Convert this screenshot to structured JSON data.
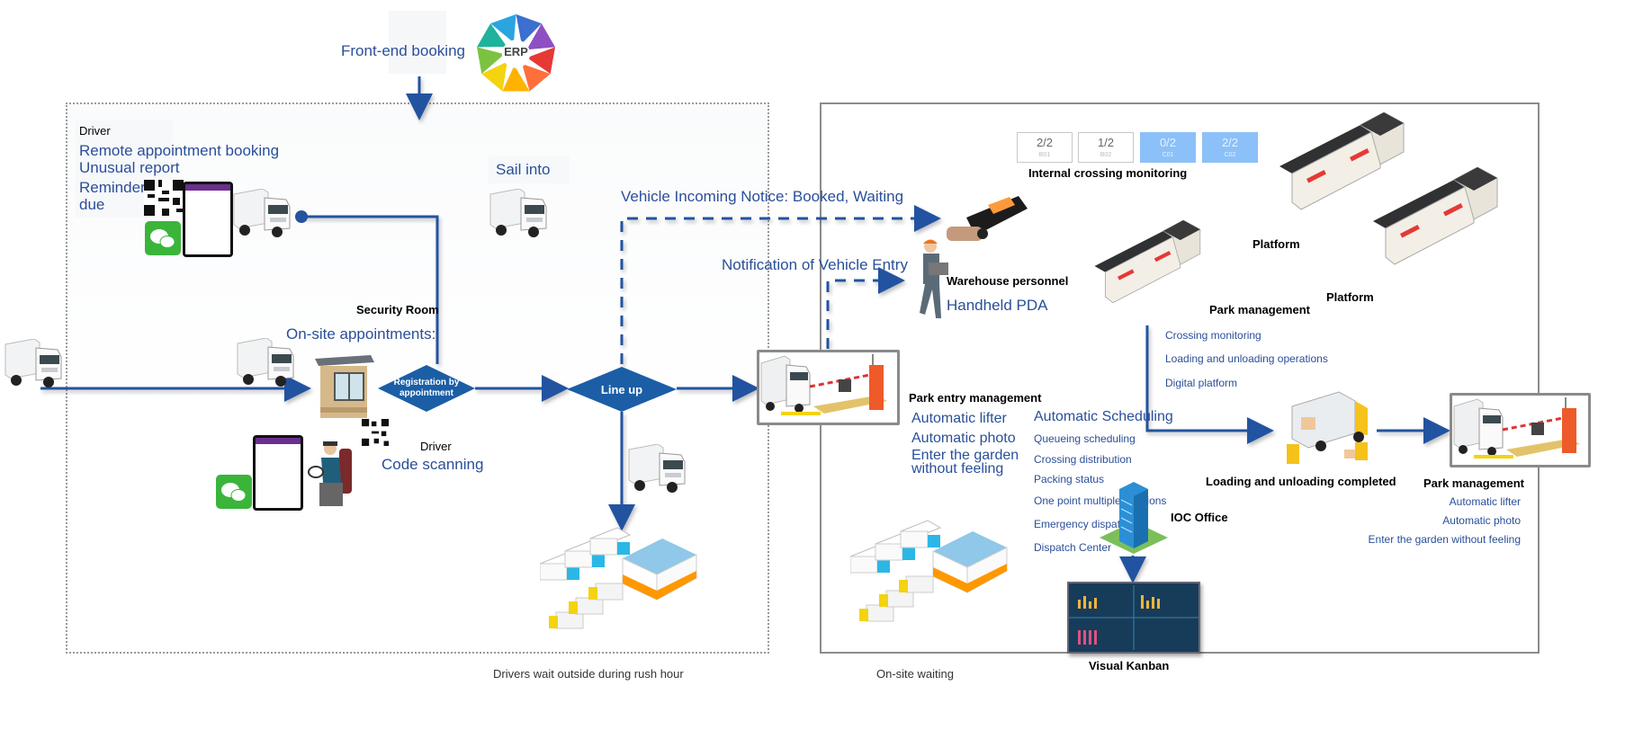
{
  "top": {
    "front_end_booking": "Front-end booking",
    "erp_label": "ERP",
    "erp_colors": [
      "#3b6fd0",
      "#8e4fc3",
      "#e53935",
      "#ff6f3c",
      "#ffb300",
      "#f4d30f",
      "#7cc242",
      "#1eb39a",
      "#2aa5e0"
    ]
  },
  "left_zone": {
    "caption": "Drivers wait outside during rush hour",
    "remote": {
      "role": "Driver",
      "lines": [
        "Remote appointment booking",
        "Unusual report",
        "Reminder",
        "due"
      ]
    },
    "sail_into": "Sail into",
    "security_room": "Security Room",
    "onsite_appointments": "On-site appointments:",
    "registration": "Registration by appointment",
    "scan": {
      "role": "Driver",
      "label": "Code scanning"
    },
    "line_up": "Line up"
  },
  "notices": {
    "incoming": "Vehicle Incoming Notice: Booked, Waiting",
    "entry": "Notification of Vehicle Entry"
  },
  "right_zone": {
    "caption": "On-site waiting",
    "crossing": {
      "title": "Internal crossing monitoring",
      "boxes": [
        {
          "value": "2/2",
          "label": "B01",
          "state": "free"
        },
        {
          "value": "1/2",
          "label": "B02",
          "state": "free"
        },
        {
          "value": "0/2",
          "label": "C01",
          "state": "active"
        },
        {
          "value": "2/2",
          "label": "C02",
          "state": "active"
        }
      ]
    },
    "platforms": [
      "Platform",
      "Platform"
    ],
    "warehouse": {
      "role": "Warehouse personnel",
      "device": "Handheld PDA"
    },
    "park_management": {
      "title": "Park management",
      "items": [
        "Crossing monitoring",
        "Loading and unloading operations",
        "Digital platform"
      ]
    },
    "park_entry": {
      "title": "Park entry management",
      "items": [
        "Automatic lifter",
        "Automatic photo",
        "Enter the garden",
        "without feeling"
      ]
    },
    "scheduling": {
      "title": "Automatic Scheduling",
      "items": [
        "Queueing scheduling",
        "Crossing distribution",
        "Packing status",
        "One point multiple positions",
        "Emergency dispatch",
        "Dispatch Center"
      ]
    },
    "ioc": "IOC Office",
    "kanban": "Visual Kanban",
    "loading_done": "Loading and unloading completed",
    "exit": {
      "title": "Park management",
      "items": [
        "Automatic lifter",
        "Automatic photo",
        "Enter the garden without feeling"
      ]
    }
  },
  "colors": {
    "flow_blue": "#2453a0",
    "diamond_blue": "#1b5ea6",
    "text_blue": "#2a4f99"
  }
}
